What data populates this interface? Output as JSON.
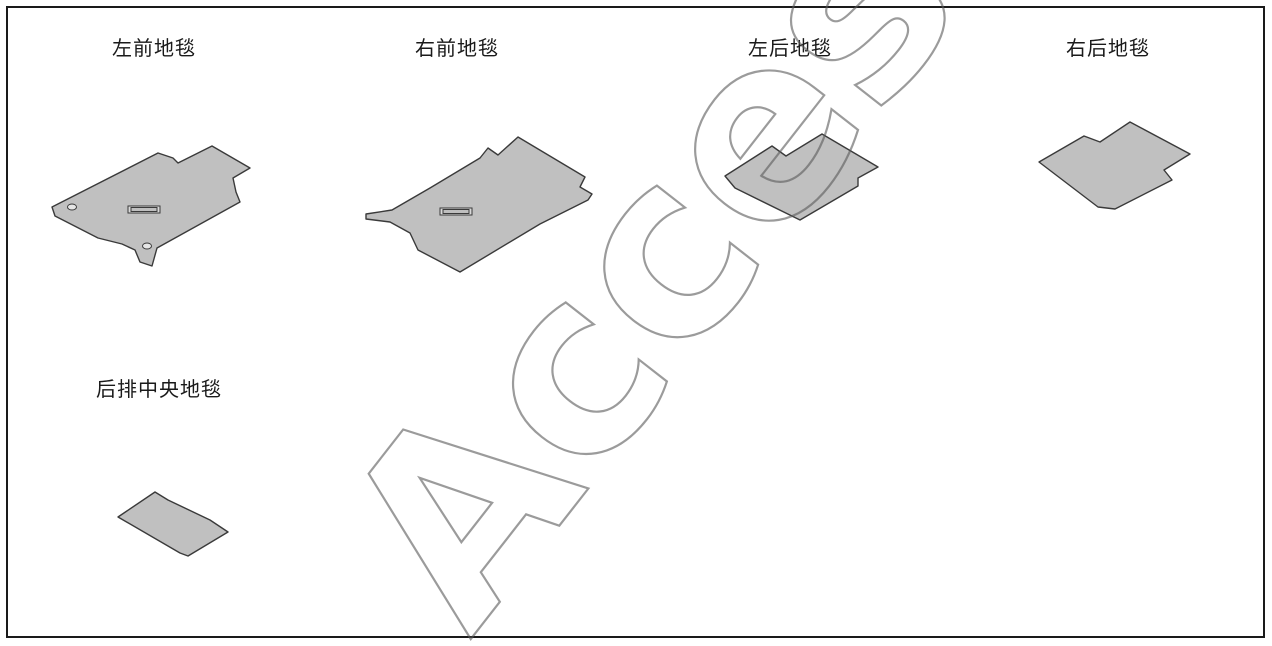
{
  "labels": {
    "front_left": "左前地毯",
    "front_right": "右前地毯",
    "rear_left": "左后地毯",
    "rear_right": "右后地毯",
    "rear_center": "后排中央地毯"
  },
  "watermark": "Access",
  "colors": {
    "mat_fill": "#c0c0c0",
    "outline": "#3a3a3a",
    "frame": "#1a1a1a"
  }
}
